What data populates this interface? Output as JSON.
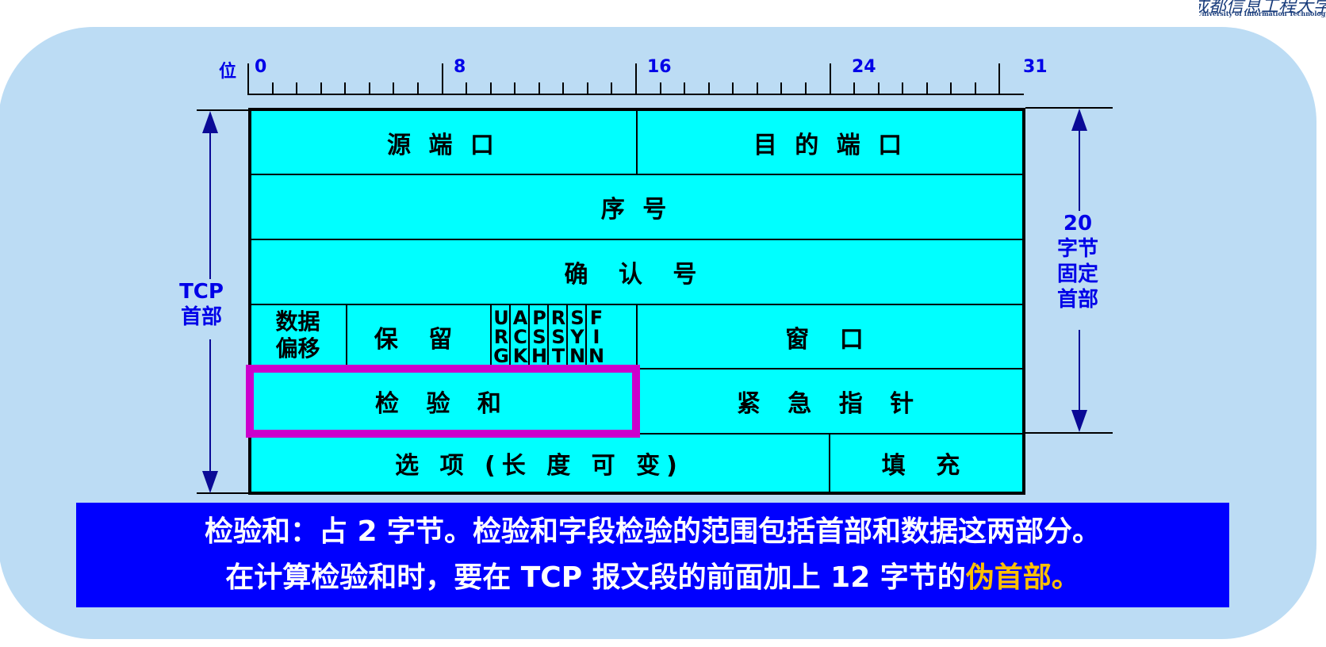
{
  "logo": {
    "name_cn": "成都信息工程大学",
    "name_en": "Chengdu University of Information Technology"
  },
  "ruler": {
    "unit_label": "位",
    "marks": [
      "0",
      "8",
      "16",
      "24",
      "31"
    ]
  },
  "header": {
    "source_port": "源 端 口",
    "dest_port": "目 的 端 口",
    "seq": "序 号",
    "ack": "确 认 号",
    "data_offset": "数据\n偏移",
    "reserved": "保 留",
    "flags": [
      "URG",
      "ACK",
      "PSH",
      "RST",
      "SYN",
      "FIN"
    ],
    "window": "窗 口",
    "checksum": "检 验 和",
    "urgent_ptr": "紧 急 指 针",
    "options": "选 项 (长 度 可 变)",
    "padding": "填 充"
  },
  "left_label": {
    "line1": "TCP",
    "line2": "首部"
  },
  "right_label": {
    "line1": "20",
    "line2": "字节",
    "line3": "固定",
    "line4": "首部"
  },
  "banner": {
    "line1": "检验和：占 2 字节。检验和字段检验的范围包括首部和数据这两部分。",
    "line2_prefix": "在计算检验和时，要在 TCP 报文段的前面加上 12 字节的",
    "line2_highlight": "伪首部。"
  },
  "colors": {
    "panel": "#bcdcf4",
    "cell": "#00ffff",
    "highlight_box": "#cc00cc",
    "banner": "#0000ff",
    "accent_text": "#ffc000"
  }
}
